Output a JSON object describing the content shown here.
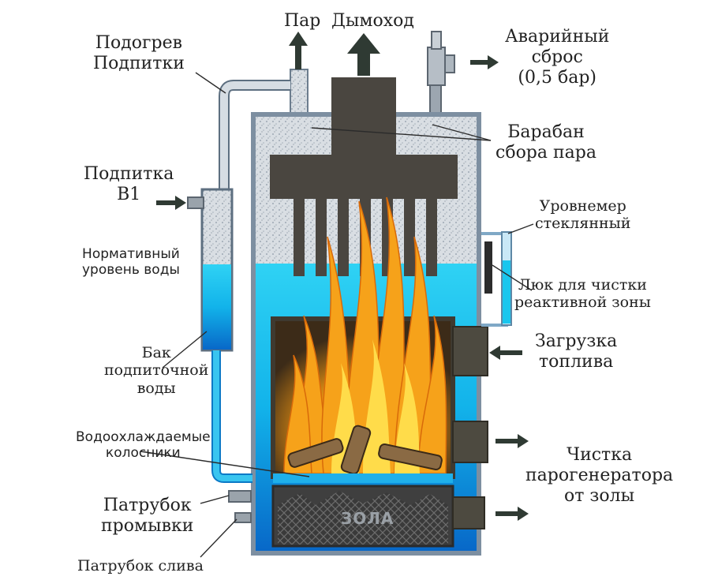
{
  "labels": {
    "steam": "Пар",
    "chimney": "Дымоход",
    "emergency": [
      "Аварийный",
      "сброс",
      "(0,5 бар)"
    ],
    "makeup_heating": [
      "Подогрев",
      "Подпитки"
    ],
    "steam_drum": [
      "Барабан",
      "сбора пара"
    ],
    "makeup_b1": [
      "Подпитка",
      "B1"
    ],
    "level_gauge": [
      "Уровнемер",
      "стеклянный"
    ],
    "normal_level": [
      "Нормативный",
      "уровень воды"
    ],
    "hatch": [
      "Люк для чистки",
      "реактивной зоны"
    ],
    "fuel_loading": [
      "Загрузка",
      "топлива"
    ],
    "makeup_tank": [
      "Бак",
      "подпиточной",
      "воды"
    ],
    "cooled_grates": [
      "Водоохлаждаемые",
      "колосники"
    ],
    "cleaning": [
      "Чистка",
      "парогенератора",
      "от золы"
    ],
    "flush_pipe": [
      "Патрубок",
      "промывки"
    ],
    "drain_pipe": "Патрубок слива",
    "ash": "ЗОЛА"
  },
  "colors": {
    "water": "#19c6ee",
    "water_dark": "#0a73c8",
    "insulation": "#d4d9de",
    "wall": "#7d8fa1",
    "chimney": "#4a4640",
    "door": "#4d4a40",
    "flame": "#f6a21a",
    "arrow": "#2f3a33",
    "ash": "#3c3c3c"
  }
}
